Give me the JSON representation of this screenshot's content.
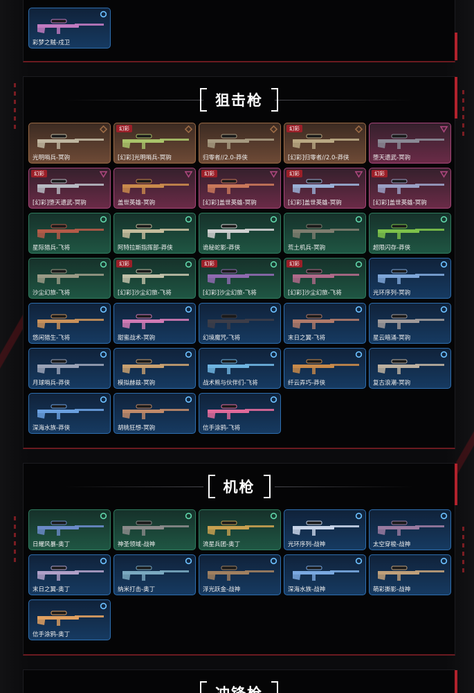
{
  "colors": {
    "orange": "#9a6a45",
    "pink": "#a8457a",
    "green": "#2f7d5f",
    "blue": "#2e6fb0",
    "accent_red": "#b1222c"
  },
  "sections": [
    {
      "title": "",
      "items": [
        {
          "name": "彩梦之贼-戍卫",
          "rarity": "blue",
          "tag": "",
          "gun": "#c07ac0"
        }
      ]
    },
    {
      "title": "狙击枪",
      "items": [
        {
          "name": "光明哨兵-冥驹",
          "rarity": "orange",
          "tag": "",
          "gun": "#bfb6a0"
        },
        {
          "name": "[幻彩]光明哨兵-冥驹",
          "rarity": "orange",
          "tag": "幻彩",
          "gun": "#a9c36a"
        },
        {
          "name": "归零者//2.0-莽侠",
          "rarity": "orange",
          "tag": "",
          "gun": "#a69a80"
        },
        {
          "name": "[幻彩]归零者//2.0-莽侠",
          "rarity": "orange",
          "tag": "幻彩",
          "gun": "#b9a883"
        },
        {
          "name": "堕天遗武-冥驹",
          "rarity": "pink",
          "tag": "",
          "gun": "#8a8a95"
        },
        {
          "name": "[幻彩]堕天遗武-冥驹",
          "rarity": "pink",
          "tag": "幻彩",
          "gun": "#b7bac2"
        },
        {
          "name": "盖世英雄-冥驹",
          "rarity": "pink",
          "tag": "",
          "gun": "#c98a4c"
        },
        {
          "name": "[幻彩]盖世英雄-冥驹",
          "rarity": "pink",
          "tag": "幻彩",
          "gun": "#c9785a"
        },
        {
          "name": "[幻彩]盖世英雄-冥驹",
          "rarity": "pink",
          "tag": "幻彩",
          "gun": "#9ab0d6"
        },
        {
          "name": "[幻彩]盖世英雄-冥驹",
          "rarity": "pink",
          "tag": "幻彩",
          "gun": "#9aa0c4"
        },
        {
          "name": "星际猎兵-飞将",
          "rarity": "green",
          "tag": "",
          "gun": "#b45a48"
        },
        {
          "name": "阿特拉斯指挥部-莽侠",
          "rarity": "green",
          "tag": "",
          "gun": "#c4bc9c"
        },
        {
          "name": "诡秘蛇影-莽侠",
          "rarity": "green",
          "tag": "",
          "gun": "#d0d0d0"
        },
        {
          "name": "荒土机兵-冥驹",
          "rarity": "green",
          "tag": "",
          "gun": "#7d7d6f"
        },
        {
          "name": "超限闪存-莽侠",
          "rarity": "green",
          "tag": "",
          "gun": "#7dc24a"
        },
        {
          "name": "沙尘幻旅-飞将",
          "rarity": "green",
          "tag": "",
          "gun": "#9a9a86"
        },
        {
          "name": "[幻彩]沙尘幻旅-飞将",
          "rarity": "green",
          "tag": "幻彩",
          "gun": "#c0c0a8"
        },
        {
          "name": "[幻彩]沙尘幻旅-飞将",
          "rarity": "green",
          "tag": "幻彩",
          "gun": "#8f6ab0"
        },
        {
          "name": "[幻彩]沙尘幻旅-飞将",
          "rarity": "green",
          "tag": "幻彩",
          "gun": "#b06a8a"
        },
        {
          "name": "光环序列-冥驹",
          "rarity": "blue",
          "tag": "",
          "gun": "#7ea6d8"
        },
        {
          "name": "悠闲猎生-飞将",
          "rarity": "blue",
          "tag": "",
          "gun": "#c9915a"
        },
        {
          "name": "甜蜜战术-冥驹",
          "rarity": "blue",
          "tag": "",
          "gun": "#d07ab4"
        },
        {
          "name": "幻境魔咒-飞将",
          "rarity": "blue",
          "tag": "",
          "gun": "#3d3d48"
        },
        {
          "name": "末日之翼-飞将",
          "rarity": "blue",
          "tag": "",
          "gun": "#b07a6a"
        },
        {
          "name": "星云暗涌-冥驹",
          "rarity": "blue",
          "tag": "",
          "gun": "#a09a9a"
        },
        {
          "name": "月球哨兵-莽侠",
          "rarity": "blue",
          "tag": "",
          "gun": "#9aa2b6"
        },
        {
          "name": "模拟赫兹-冥驹",
          "rarity": "blue",
          "tag": "",
          "gun": "#c8a070"
        },
        {
          "name": "战术熊与伙伴们-飞将",
          "rarity": "blue",
          "tag": "",
          "gun": "#6fb4e0"
        },
        {
          "name": "纤云弄巧-莽侠",
          "rarity": "blue",
          "tag": "",
          "gun": "#c88a4a"
        },
        {
          "name": "复古浪潮-冥驹",
          "rarity": "blue",
          "tag": "",
          "gun": "#bcb0a0"
        },
        {
          "name": "深海水族-莽侠",
          "rarity": "blue",
          "tag": "",
          "gun": "#6aa0e0"
        },
        {
          "name": "胡桃狂想-冥驹",
          "rarity": "blue",
          "tag": "",
          "gun": "#c08a6a"
        },
        {
          "name": "信手涂鸦-飞将",
          "rarity": "blue",
          "tag": "",
          "gun": "#e06a9a"
        }
      ]
    },
    {
      "title": "机枪",
      "items": [
        {
          "name": "日耀风暴-奥丁",
          "rarity": "green",
          "tag": "",
          "gun": "#6a8ac8"
        },
        {
          "name": "神圣领域-战神",
          "rarity": "green",
          "tag": "",
          "gun": "#8a8a8a"
        },
        {
          "name": "流星兵团-奥丁",
          "rarity": "green",
          "tag": "",
          "gun": "#c8a050"
        },
        {
          "name": "光环序列-战神",
          "rarity": "blue",
          "tag": "",
          "gun": "#c8d4e8"
        },
        {
          "name": "太空穿梭-战神",
          "rarity": "blue",
          "tag": "",
          "gun": "#9a7aa0"
        },
        {
          "name": "末日之翼-奥丁",
          "rarity": "blue",
          "tag": "",
          "gun": "#b0a0c8"
        },
        {
          "name": "纳米打击-奥丁",
          "rarity": "blue",
          "tag": "",
          "gun": "#7aa8c0"
        },
        {
          "name": "浮光跃金-战神",
          "rarity": "blue",
          "tag": "",
          "gun": "#a08060"
        },
        {
          "name": "深海水族-战神",
          "rarity": "blue",
          "tag": "",
          "gun": "#7aa8e0"
        },
        {
          "name": "萌彩撕影-战神",
          "rarity": "blue",
          "tag": "",
          "gun": "#c0a07a"
        },
        {
          "name": "信手涂鸦-奥丁",
          "rarity": "blue",
          "tag": "",
          "gun": "#e0a060"
        }
      ]
    },
    {
      "title": "冲锋枪",
      "items": []
    }
  ]
}
